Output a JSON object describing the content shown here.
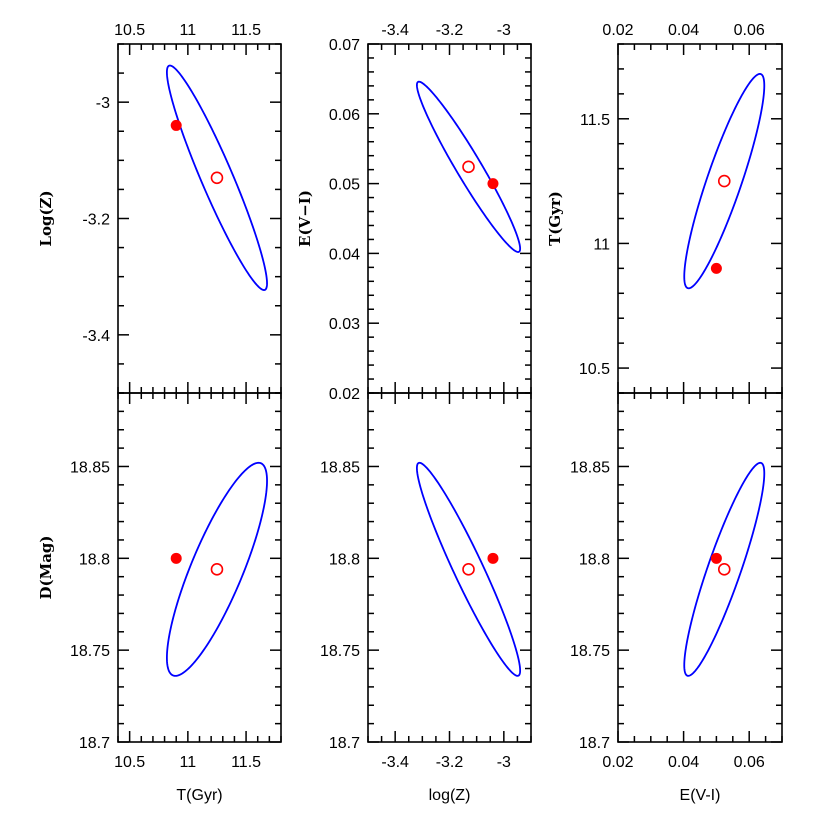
{
  "chart_data": [
    {
      "type": "scatter",
      "panel": "row1-col1",
      "xlabel": "",
      "ylabel": "Log(Z)",
      "xlim": [
        10.4,
        11.8
      ],
      "ylim": [
        -3.5,
        -2.9
      ],
      "x_tick_position": "top",
      "xticks": [
        10.5,
        11,
        11.5
      ],
      "xtick_labels": [
        "10.5",
        "11",
        "11.5"
      ],
      "x_minor_step": 0.1,
      "yticks": [
        -3,
        -3.2,
        -3.4
      ],
      "ytick_labels": [
        "-3",
        "-3.2",
        "-3.4"
      ],
      "y_minor_step": 0.05,
      "filled_point": {
        "x": 10.9,
        "y": -3.04
      },
      "open_point": {
        "x": 11.25,
        "y": -3.13
      },
      "ellipse": {
        "center": [
          11.25,
          -3.13
        ],
        "half_width": 0.43,
        "half_height": 0.193,
        "rho": -0.94
      }
    },
    {
      "type": "scatter",
      "panel": "row1-col2",
      "xlabel": "",
      "ylabel": "E(V−I)",
      "xlim": [
        -3.5,
        -2.9
      ],
      "ylim": [
        0.02,
        0.07
      ],
      "x_tick_position": "top",
      "xticks": [
        -3.4,
        -3.2,
        -3
      ],
      "xtick_labels": [
        "-3.4",
        "-3.2",
        "-3"
      ],
      "x_minor_step": 0.05,
      "yticks": [
        0.02,
        0.03,
        0.04,
        0.05,
        0.06,
        0.07
      ],
      "ytick_labels": [
        "0.02",
        "0.03",
        "0.04",
        "0.05",
        "0.06",
        "0.07"
      ],
      "y_minor_step": 0.002,
      "filled_point": {
        "x": -3.04,
        "y": 0.05
      },
      "open_point": {
        "x": -3.13,
        "y": 0.0524
      },
      "ellipse": {
        "center": [
          -3.13,
          0.0524
        ],
        "half_width": 0.19,
        "half_height": 0.0122,
        "rho": -0.96
      }
    },
    {
      "type": "scatter",
      "panel": "row1-col3",
      "xlabel": "",
      "ylabel": "T(Gyr)",
      "xlim": [
        0.02,
        0.07
      ],
      "ylim": [
        10.4,
        11.8
      ],
      "x_tick_position": "top",
      "xticks": [
        0.02,
        0.04,
        0.06
      ],
      "xtick_labels": [
        "0.02",
        "0.04",
        "0.06"
      ],
      "x_minor_step": 0.005,
      "yticks": [
        10.5,
        11,
        11.5
      ],
      "ytick_labels": [
        "10.5",
        "11",
        "11.5"
      ],
      "y_minor_step": 0.1,
      "filled_point": {
        "x": 0.05,
        "y": 10.9
      },
      "open_point": {
        "x": 0.0524,
        "y": 11.25
      },
      "ellipse": {
        "center": [
          0.0524,
          11.25
        ],
        "half_width": 0.0122,
        "half_height": 0.43,
        "rho": 0.89
      }
    },
    {
      "type": "scatter",
      "panel": "row2-col1",
      "xlabel": "T(Gyr)",
      "ylabel": "D(Mag)",
      "xlim": [
        10.4,
        11.8
      ],
      "ylim": [
        18.7,
        18.89
      ],
      "x_tick_position": "bottom",
      "xticks": [
        10.5,
        11,
        11.5
      ],
      "xtick_labels": [
        "10.5",
        "11",
        "11.5"
      ],
      "x_minor_step": 0.1,
      "yticks": [
        18.7,
        18.75,
        18.8,
        18.85
      ],
      "ytick_labels": [
        "18.7",
        "18.75",
        "18.8",
        "18.85"
      ],
      "y_minor_step": 0.01,
      "filled_point": {
        "x": 10.9,
        "y": 18.8
      },
      "open_point": {
        "x": 11.25,
        "y": 18.794
      },
      "ellipse": {
        "center": [
          11.25,
          18.794
        ],
        "half_width": 0.43,
        "half_height": 0.058,
        "rho": 0.83
      }
    },
    {
      "type": "scatter",
      "panel": "row2-col2",
      "xlabel": "log(Z)",
      "ylabel": "",
      "xlim": [
        -3.5,
        -2.9
      ],
      "ylim": [
        18.7,
        18.89
      ],
      "x_tick_position": "bottom",
      "xticks": [
        -3.4,
        -3.2,
        -3
      ],
      "xtick_labels": [
        "-3.4",
        "-3.2",
        "-3"
      ],
      "x_minor_step": 0.05,
      "yticks": [
        18.7,
        18.75,
        18.8,
        18.85
      ],
      "ytick_labels": [
        "18.7",
        "18.75",
        "18.8",
        "18.85"
      ],
      "y_minor_step": 0.01,
      "filled_point": {
        "x": -3.04,
        "y": 18.8
      },
      "open_point": {
        "x": -3.13,
        "y": 18.794
      },
      "ellipse": {
        "center": [
          -3.13,
          18.794
        ],
        "half_width": 0.19,
        "half_height": 0.058,
        "rho": -0.95
      }
    },
    {
      "type": "scatter",
      "panel": "row2-col3",
      "xlabel": "E(V-I)",
      "ylabel": "",
      "xlim": [
        0.02,
        0.07
      ],
      "ylim": [
        18.7,
        18.89
      ],
      "x_tick_position": "bottom",
      "xticks": [
        0.02,
        0.04,
        0.06
      ],
      "xtick_labels": [
        "0.02",
        "0.04",
        "0.06"
      ],
      "x_minor_step": 0.005,
      "yticks": [
        18.7,
        18.75,
        18.8,
        18.85
      ],
      "ytick_labels": [
        "18.7",
        "18.75",
        "18.8",
        "18.85"
      ],
      "y_minor_step": 0.01,
      "filled_point": {
        "x": 0.05,
        "y": 18.8
      },
      "open_point": {
        "x": 0.0524,
        "y": 18.794
      },
      "ellipse": {
        "center": [
          0.0524,
          18.794
        ],
        "half_width": 0.0122,
        "half_height": 0.058,
        "rho": 0.9
      }
    }
  ],
  "colors": {
    "ellipse": "#0000ff",
    "points": "#ff0000",
    "axes": "#000000"
  }
}
